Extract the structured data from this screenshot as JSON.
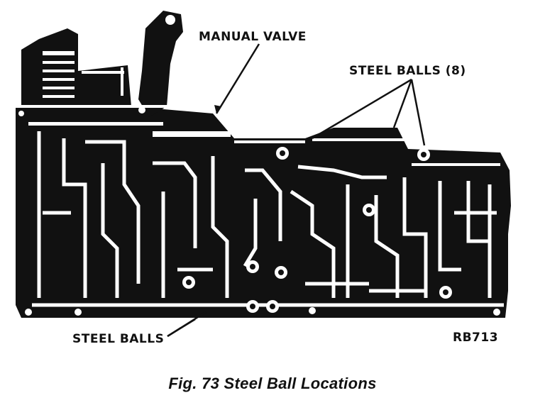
{
  "labels": {
    "manual_valve": "MANUAL VALVE",
    "steel_balls_8": "STEEL BALLS (8)",
    "steel_balls": "STEEL BALLS",
    "figure_code": "RB713"
  },
  "caption": "Fig. 73 Steel Ball Locations",
  "colors": {
    "ink": "#111111",
    "paper": "#ffffff"
  }
}
